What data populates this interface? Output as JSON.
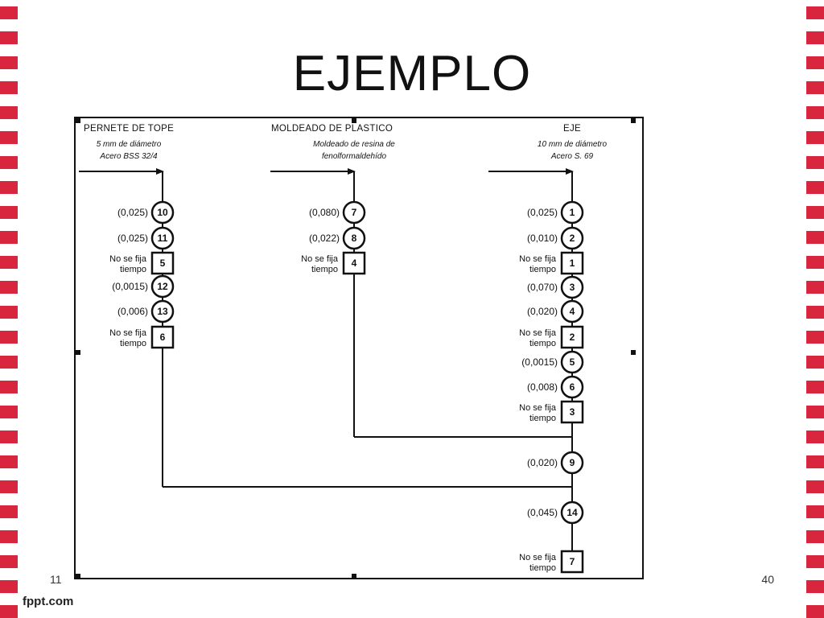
{
  "slide": {
    "title": "EJEMPLO",
    "page_left": "11",
    "page_right": "40",
    "brand": "fppt.com"
  },
  "colors": {
    "border_dash": "#d7263d",
    "line": "#111111"
  },
  "diagram": {
    "columns": [
      {
        "header": "PERNETE DE TOPE",
        "sub1": "5 mm de diámetro",
        "sub2": "Acero BSS 32/4"
      },
      {
        "header": "MOLDEADO DE PLASTICO",
        "sub1": "Moldeado de resina de",
        "sub2": "fenolformaldehído"
      },
      {
        "header": "EJE",
        "sub1": "10 mm de diámetro",
        "sub2": "Acero S. 69"
      }
    ],
    "no_fija_line1": "No se fija",
    "no_fija_line2": "tiempo",
    "left_steps": [
      {
        "type": "op",
        "id": "10",
        "time": "(0,025)"
      },
      {
        "type": "op",
        "id": "11",
        "time": "(0,025)"
      },
      {
        "type": "insp",
        "id": "5"
      },
      {
        "type": "op",
        "id": "12",
        "time": "(0,0015)"
      },
      {
        "type": "op",
        "id": "13",
        "time": "(0,006)"
      },
      {
        "type": "insp",
        "id": "6"
      }
    ],
    "mid_steps": [
      {
        "type": "op",
        "id": "7",
        "time": "(0,080)"
      },
      {
        "type": "op",
        "id": "8",
        "time": "(0,022)"
      },
      {
        "type": "insp",
        "id": "4"
      }
    ],
    "right_steps": [
      {
        "type": "op",
        "id": "1",
        "time": "(0,025)"
      },
      {
        "type": "op",
        "id": "2",
        "time": "(0,010)"
      },
      {
        "type": "insp",
        "id": "1"
      },
      {
        "type": "op",
        "id": "3",
        "time": "(0,070)"
      },
      {
        "type": "op",
        "id": "4",
        "time": "(0,020)"
      },
      {
        "type": "insp",
        "id": "2"
      },
      {
        "type": "op",
        "id": "5",
        "time": "(0,0015)"
      },
      {
        "type": "op",
        "id": "6",
        "time": "(0,008)"
      },
      {
        "type": "insp",
        "id": "3"
      },
      {
        "type": "op",
        "id": "9",
        "time": "(0,020)"
      },
      {
        "type": "op",
        "id": "14",
        "time": "(0,045)"
      },
      {
        "type": "insp",
        "id": "7"
      }
    ]
  }
}
